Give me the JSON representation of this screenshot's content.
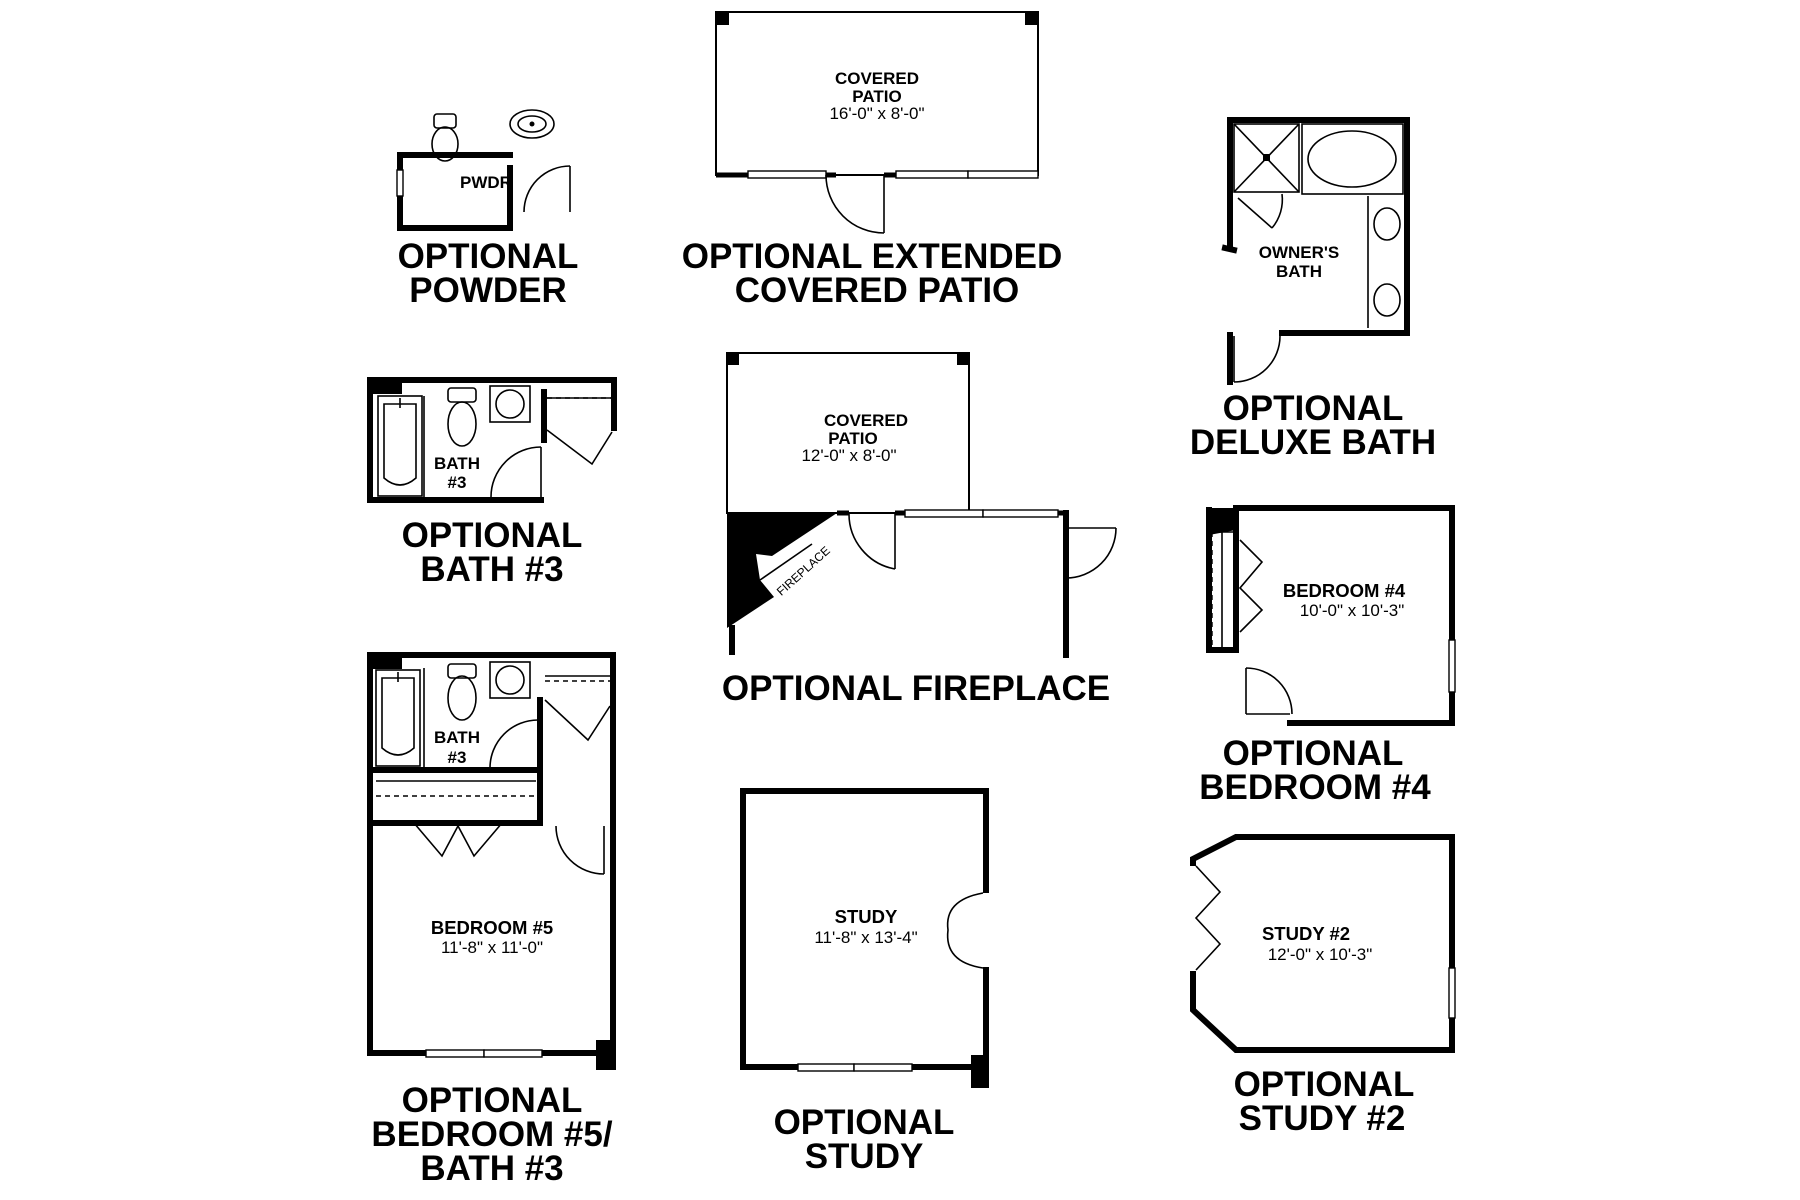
{
  "plans": {
    "powder": {
      "caption_line1": "OPTIONAL",
      "caption_line2": "POWDER",
      "room_label": "PWDR",
      "icons": [
        "toilet-icon",
        "sink-icon",
        "door-swing-icon",
        "window-icon"
      ]
    },
    "extended_patio": {
      "caption_line1": "OPTIONAL EXTENDED",
      "caption_line2": "COVERED PATIO",
      "room_label_line1": "COVERED",
      "room_label_line2": "PATIO",
      "room_dims": "16'-0\" x 8'-0\"",
      "icons": [
        "column-icon",
        "door-swing-icon",
        "window-icon"
      ]
    },
    "deluxe_bath": {
      "caption_line1": "OPTIONAL",
      "caption_line2": "DELUXE BATH",
      "room_label_line1": "OWNER'S",
      "room_label_line2": "BATH",
      "icons": [
        "shower-icon",
        "bathtub-icon",
        "sink-icon",
        "door-swing-icon"
      ]
    },
    "bath3": {
      "caption_line1": "OPTIONAL",
      "caption_line2": "BATH #3",
      "room_label_line1": "BATH",
      "room_label_line2": "#3",
      "icons": [
        "bathtub-icon",
        "toilet-icon",
        "sink-icon",
        "door-swing-icon",
        "closet-door-icon"
      ]
    },
    "fireplace": {
      "caption": "OPTIONAL FIREPLACE",
      "room_label_line1": "COVERED",
      "room_label_line2": "PATIO",
      "room_dims": "12'-0\" x 8'-0\"",
      "fireplace_label": "FIREPLACE",
      "icons": [
        "fireplace-icon",
        "column-icon",
        "door-swing-icon",
        "window-icon"
      ]
    },
    "bedroom4": {
      "caption_line1": "OPTIONAL",
      "caption_line2": "BEDROOM #4",
      "room_label": "BEDROOM #4",
      "room_dims": "10'-0\" x 10'-3\"",
      "icons": [
        "closet-door-icon",
        "door-swing-icon",
        "window-icon"
      ]
    },
    "bedroom5": {
      "caption_line1": "OPTIONAL",
      "caption_line2": "BEDROOM #5/",
      "caption_line3": "BATH #3",
      "bath_label_line1": "BATH",
      "bath_label_line2": "#3",
      "room_label": "BEDROOM #5",
      "room_dims": "11'-8\" x 11'-0\"",
      "icons": [
        "bathtub-icon",
        "toilet-icon",
        "sink-icon",
        "closet-door-icon",
        "door-swing-icon",
        "window-icon"
      ]
    },
    "study": {
      "caption_line1": "OPTIONAL",
      "caption_line2": "STUDY",
      "room_label": "STUDY",
      "room_dims": "11'-8\" x 13'-4\"",
      "icons": [
        "french-door-icon",
        "window-icon"
      ]
    },
    "study2": {
      "caption_line1": "OPTIONAL",
      "caption_line2": "STUDY #2",
      "room_label": "STUDY #2",
      "room_dims": "12'-0\" x 10'-3\"",
      "icons": [
        "french-door-icon",
        "window-icon"
      ]
    }
  }
}
